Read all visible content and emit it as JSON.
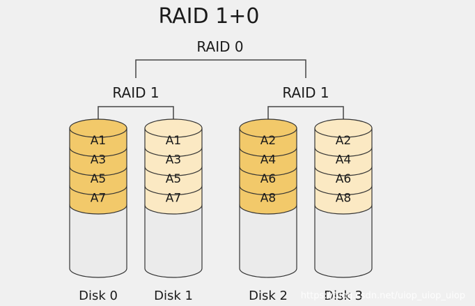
{
  "title": "RAID 1+0",
  "raid0_label": "RAID 0",
  "mirror_groups": [
    {
      "label": "RAID 1"
    },
    {
      "label": "RAID 1"
    }
  ],
  "disks": [
    {
      "name": "Disk 0",
      "blocks": [
        "A1",
        "A3",
        "A5",
        "A7"
      ],
      "variant": "dark"
    },
    {
      "name": "Disk 1",
      "blocks": [
        "A1",
        "A3",
        "A5",
        "A7"
      ],
      "variant": "light"
    },
    {
      "name": "Disk 2",
      "blocks": [
        "A2",
        "A4",
        "A6",
        "A8"
      ],
      "variant": "dark"
    },
    {
      "name": "Disk 3",
      "blocks": [
        "A2",
        "A4",
        "A6",
        "A8"
      ],
      "variant": "light"
    }
  ],
  "watermark": "https://blog.csdn.net/uiop_uiop_uiop",
  "colors": {
    "background": "#f0f0f0",
    "dark_block": "#f2c96a",
    "light_block": "#fbe9c3",
    "empty_body": "#ebebeb",
    "stroke": "#333333",
    "connector": "#444444"
  }
}
